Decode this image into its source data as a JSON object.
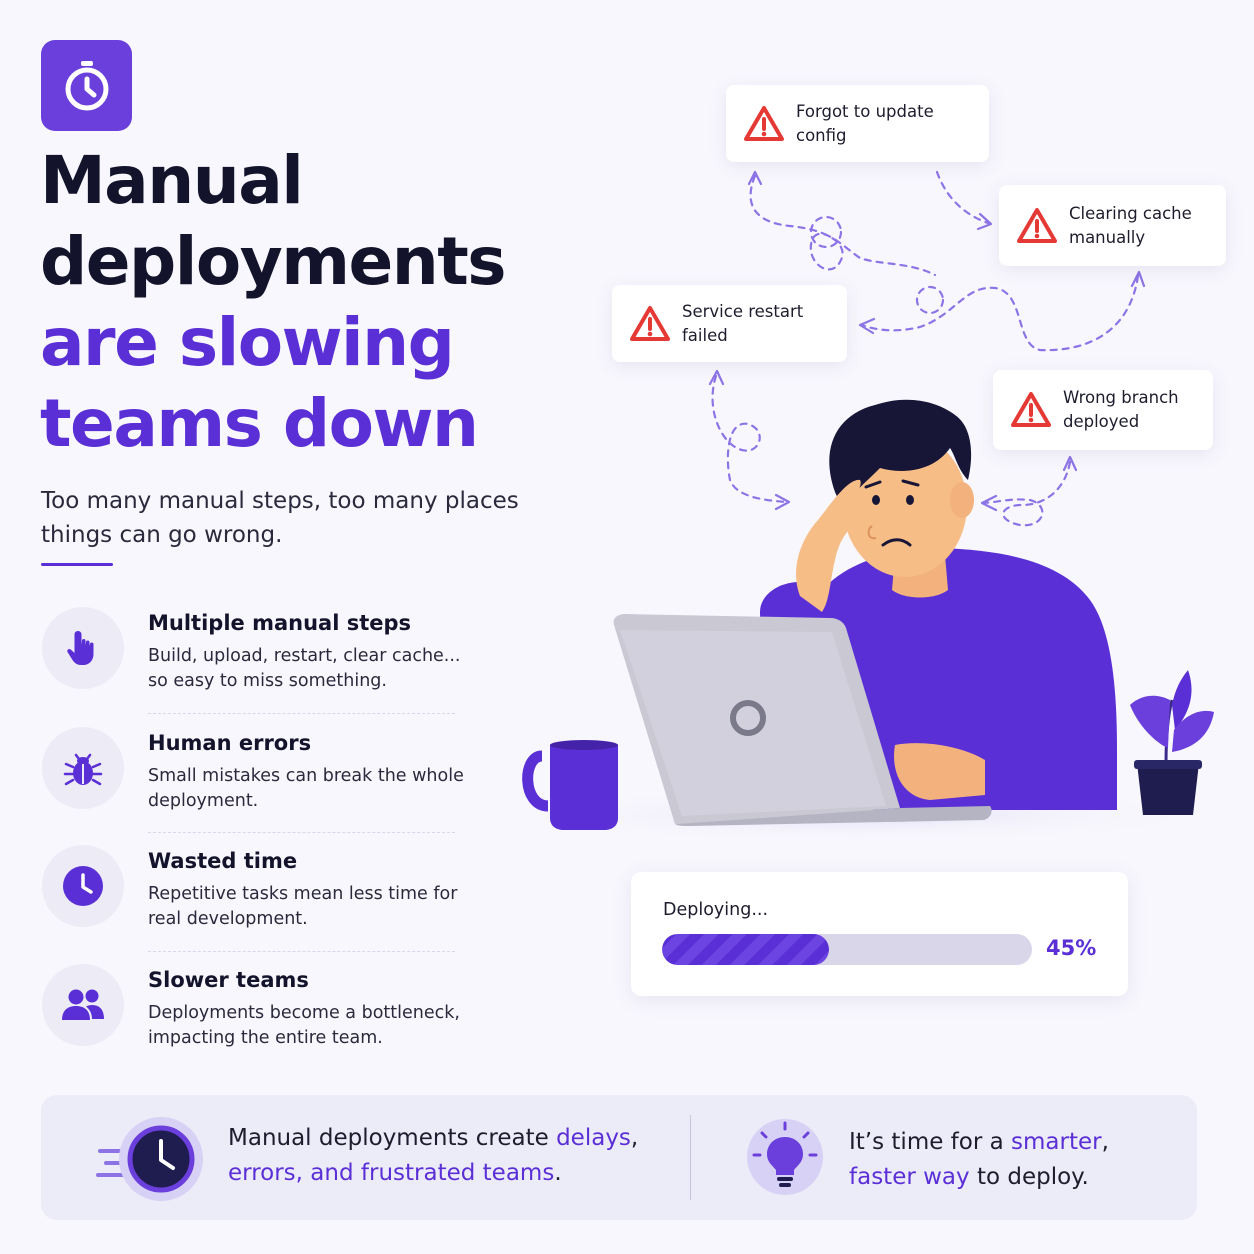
{
  "header": {
    "title_line1": "Manual",
    "title_line2": "deployments",
    "title_line3": "are slowing",
    "title_line4": "teams down",
    "subtitle": "Too many manual steps, too many places things can go wrong."
  },
  "features": [
    {
      "icon": "hand-pointer-icon",
      "title": "Multiple manual steps",
      "description": "Build, upload, restart, clear cache... so easy to miss something."
    },
    {
      "icon": "bug-icon",
      "title": "Human errors",
      "description": "Small mistakes can break the whole deployment."
    },
    {
      "icon": "clock-icon",
      "title": "Wasted time",
      "description": "Repetitive tasks mean less time for real development."
    },
    {
      "icon": "team-icon",
      "title": "Slower teams",
      "description": "Deployments become a bottleneck, impacting the entire team."
    }
  ],
  "alerts": [
    {
      "icon": "warning-icon",
      "text": "Forgot to update config"
    },
    {
      "icon": "warning-icon",
      "text": "Clearing cache manually"
    },
    {
      "icon": "warning-icon",
      "text": "Service restart failed"
    },
    {
      "icon": "warning-icon",
      "text": "Wrong branch deployed"
    }
  ],
  "deploy": {
    "label": "Deploying...",
    "percent_text": "45%",
    "progress": 0.45
  },
  "banner": {
    "left_prefix": "Manual deployments create ",
    "left_delays": "delays",
    "left_comma": ",",
    "left_errors": "errors",
    "left_and": ", and ",
    "left_frustrated": "frustrated teams",
    "left_period": ".",
    "right_prefix": "It’s time for a ",
    "right_smarter": "smarter",
    "right_comma": ",",
    "right_faster": "faster way",
    "right_suffix": " to deploy."
  },
  "colors": {
    "accent": "#5b2fd6",
    "dark_text": "#13132b",
    "warning": "#e53935",
    "background": "#f8f7fd"
  }
}
